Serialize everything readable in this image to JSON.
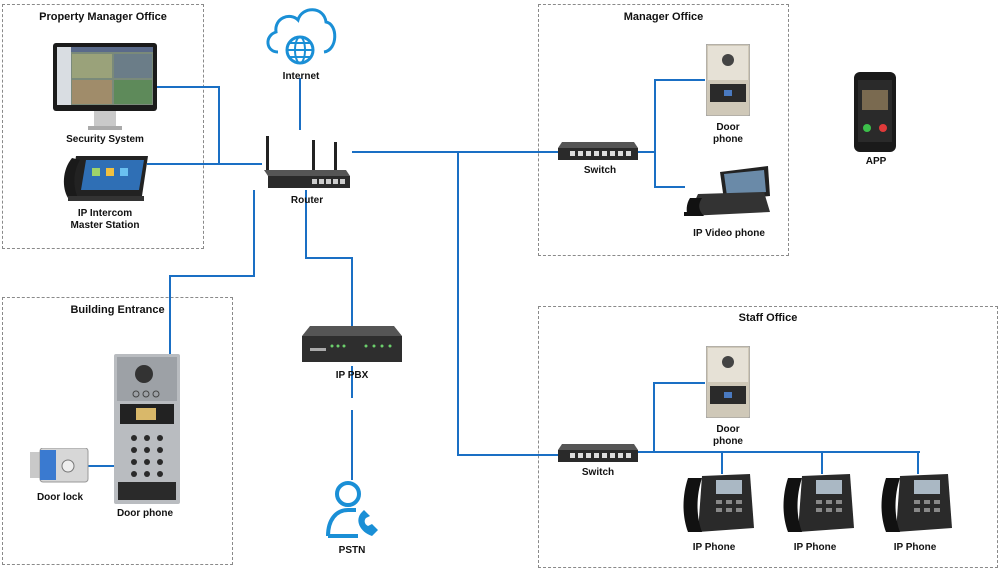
{
  "zones": {
    "property_manager_office": "Property Manager Office",
    "manager_office": "Manager Office",
    "building_entrance": "Building Entrance",
    "staff_office": "Staff Office"
  },
  "devices": {
    "security_system": "Security System",
    "master_station_line1": "IP Intercom",
    "master_station_line2": "Master Station",
    "internet": "Internet",
    "router": "Router",
    "manager_switch": "Switch",
    "manager_door_phone_line1": "Door",
    "manager_door_phone_line2": "phone",
    "ip_video_phone": "IP Video phone",
    "app": "APP",
    "door_lock": "Door lock",
    "entrance_door_phone": "Door phone",
    "ip_pbx": "IP PBX",
    "pstn": "PSTN",
    "staff_switch": "Switch",
    "staff_door_phone_line1": "Door",
    "staff_door_phone_line2": "phone",
    "ip_phones": [
      "IP Phone",
      "IP Phone",
      "IP Phone"
    ]
  },
  "colors": {
    "wire": "#1a6fc4",
    "icon_blue": "#1a8fd6",
    "zone_border": "#8a8a8a"
  }
}
